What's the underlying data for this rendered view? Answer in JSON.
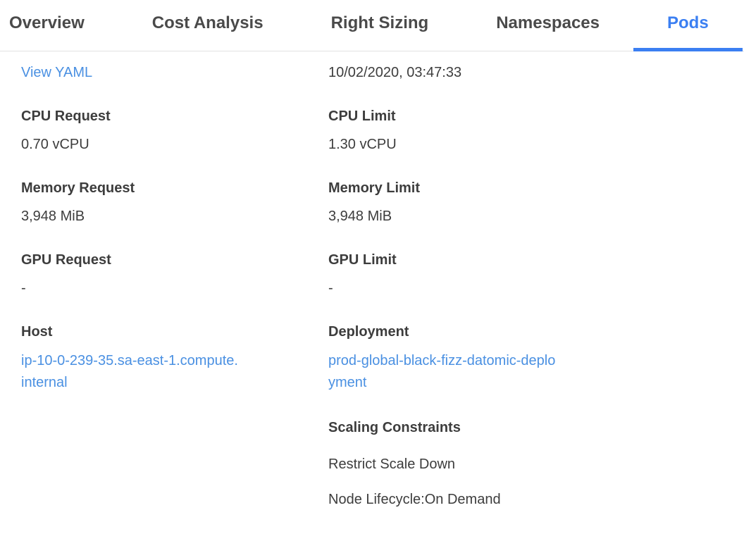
{
  "tabs": {
    "items": [
      {
        "label": "Overview",
        "active": false
      },
      {
        "label": "Cost Analysis",
        "active": false
      },
      {
        "label": "Right Sizing",
        "active": false
      },
      {
        "label": "Namespaces",
        "active": false
      },
      {
        "label": "Pods",
        "active": true
      }
    ]
  },
  "pod_details": {
    "view_yaml_link": "View YAML",
    "last_updated": "10/02/2020, 03:47:33",
    "left_fields": [
      {
        "label": "CPU Request",
        "value": "0.70 vCPU"
      },
      {
        "label": "Memory Request",
        "value": "3,948 MiB"
      },
      {
        "label": "GPU Request",
        "value": "-"
      },
      {
        "label": "Host",
        "value": "ip-10-0-239-35.sa-east-1.compute.internal"
      }
    ],
    "right_fields": [
      {
        "label": "CPU Limit",
        "value": "1.30 vCPU"
      },
      {
        "label": "Memory Limit",
        "value": "3,948 MiB"
      },
      {
        "label": "GPU Limit",
        "value": "-"
      },
      {
        "label": "Deployment",
        "value": "prod-global-black-fizz-datomic-deployment"
      }
    ],
    "scaling_constraints": {
      "title": "Scaling Constraints",
      "items": [
        "Restrict Scale Down",
        "Node Lifecycle:On Demand"
      ]
    }
  },
  "colors": {
    "active_tab": "#3b7ff2",
    "tab_inactive": "#4a4a4a",
    "link": "#4a90e2",
    "text": "#3d3d3d",
    "divider": "#e2e2e2"
  }
}
